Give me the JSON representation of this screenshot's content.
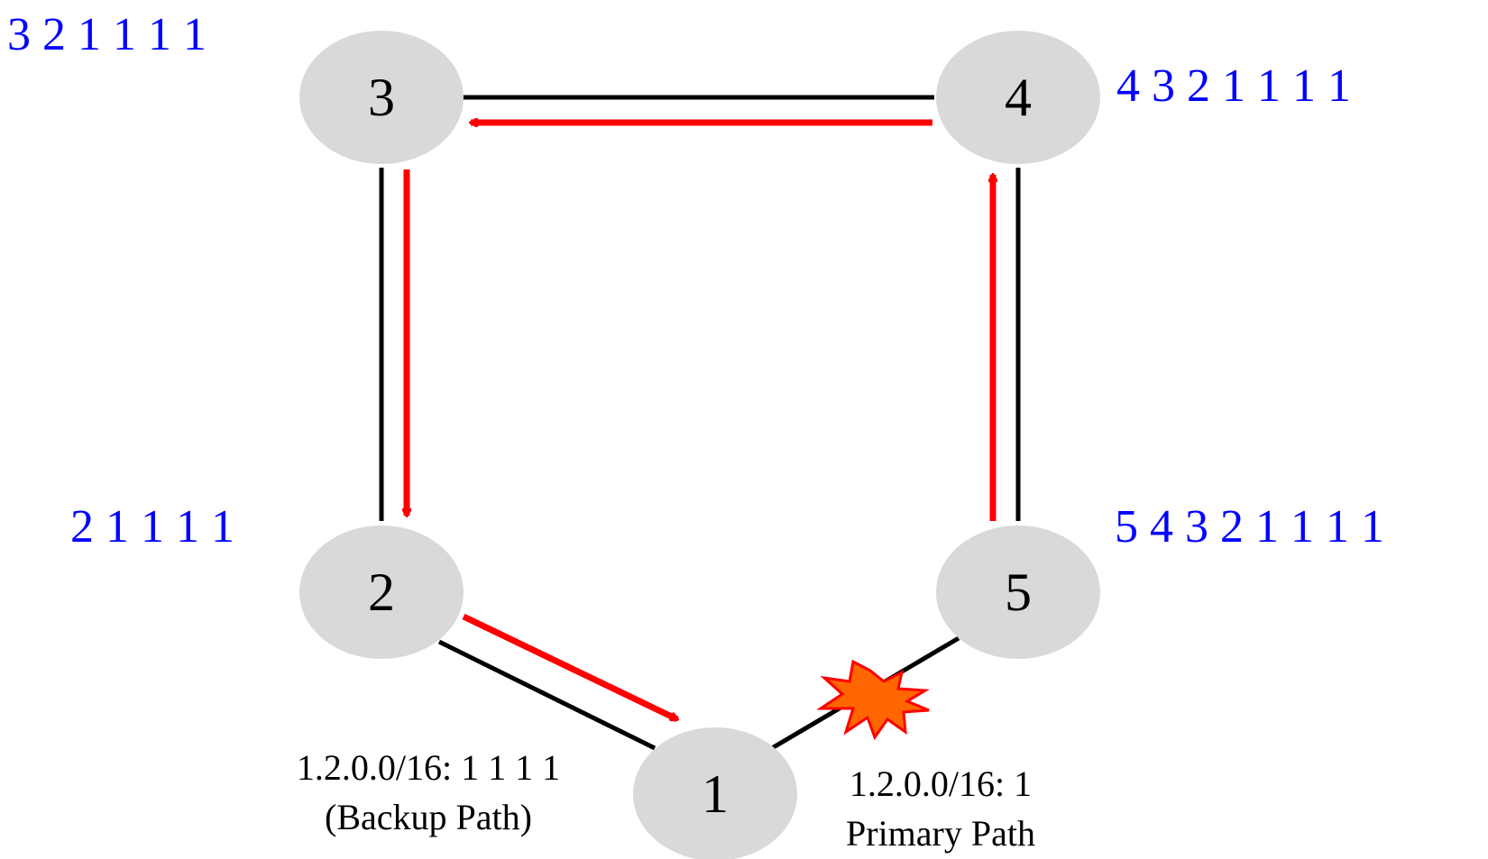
{
  "colors": {
    "node_fill": "#d9d9d9",
    "link": "#000000",
    "route": "#ff0000",
    "path_text": "#0000ff",
    "failure_fill": "#ff6600",
    "failure_stroke": "#ff0000"
  },
  "nodes": [
    {
      "id": "1",
      "label": "1"
    },
    {
      "id": "2",
      "label": "2"
    },
    {
      "id": "3",
      "label": "3"
    },
    {
      "id": "4",
      "label": "4"
    },
    {
      "id": "5",
      "label": "5"
    }
  ],
  "as_paths": {
    "node3": "3 2 1 1 1 1",
    "node4": "4 3 2 1 1 1 1",
    "node2": "2 1 1 1 1",
    "node5": "5 4 3 2 1 1 1 1"
  },
  "annotations": {
    "backup_route": "1.2.0.0/16: 1 1 1 1",
    "backup_caption": "(Backup Path)",
    "primary_route": "1.2.0.0/16: 1",
    "primary_caption": "Primary Path"
  },
  "failure": {
    "icon": "explosion-icon",
    "link": "1-5"
  }
}
